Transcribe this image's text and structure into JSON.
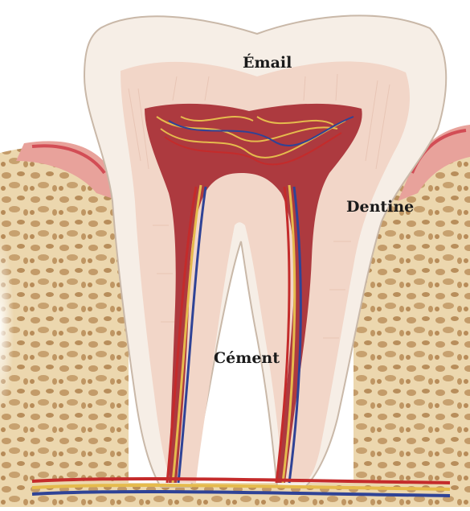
{
  "labels": {
    "email": "Émail",
    "dentine": "Dentine",
    "cement": "Cément"
  },
  "colors": {
    "bone": "#e9d3a8",
    "bone_pore": "#c19966",
    "gum": "#e9a7a0",
    "enamel": "#f4ece4",
    "dentin": "#f1d3c4",
    "pulp": "#a8343a",
    "nerve": "#e2b84a",
    "vein": "#2d3f8f",
    "artery": "#c52a2a"
  },
  "icons": {
    "illustration": "tooth-cross-section-icon"
  }
}
